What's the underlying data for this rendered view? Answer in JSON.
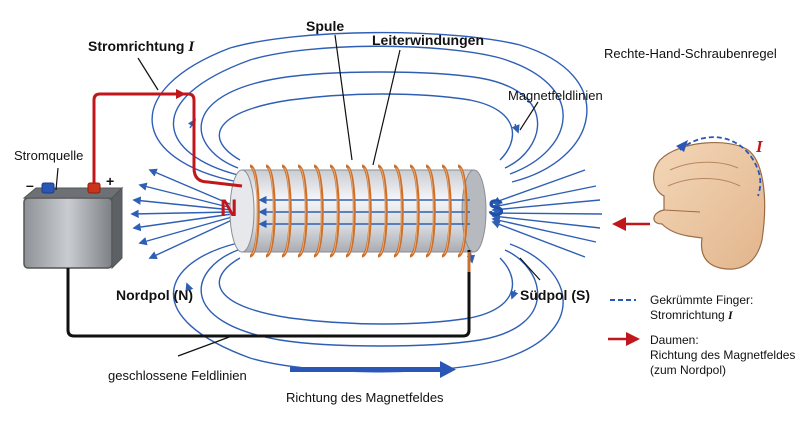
{
  "labels": {
    "current_direction": "Stromrichtung",
    "current_symbol": "I",
    "coil": "Spule",
    "windings": "Leiterwindungen",
    "field_lines": "Magnetfeldlinien",
    "right_hand_rule": "Rechte-Hand-Schraubenregel",
    "power_source": "Stromquelle",
    "minus": "–",
    "plus": "+",
    "north_letter": "N",
    "south_letter": "S",
    "north_pole": "Nordpol (N)",
    "south_pole": "Südpol (S)",
    "closed_field_lines": "geschlossene Feldlinien",
    "field_direction": "Richtung des Magnetfeldes",
    "hand_current_symbol": "I"
  },
  "legend": {
    "fingers_line1": "Gekrümmte Finger:",
    "fingers_line2": "Stromrichtung",
    "fingers_symbol": "I",
    "thumb_line1": "Daumen:",
    "thumb_line2": "Richtung des Magnetfeldes",
    "thumb_line3": "(zum Nordpol)"
  },
  "colors": {
    "wire_red": "#c0161c",
    "field_blue": "#2f5fb5",
    "copper": "#c8702e",
    "north": "#c0161c",
    "south": "#1f4fa8"
  }
}
